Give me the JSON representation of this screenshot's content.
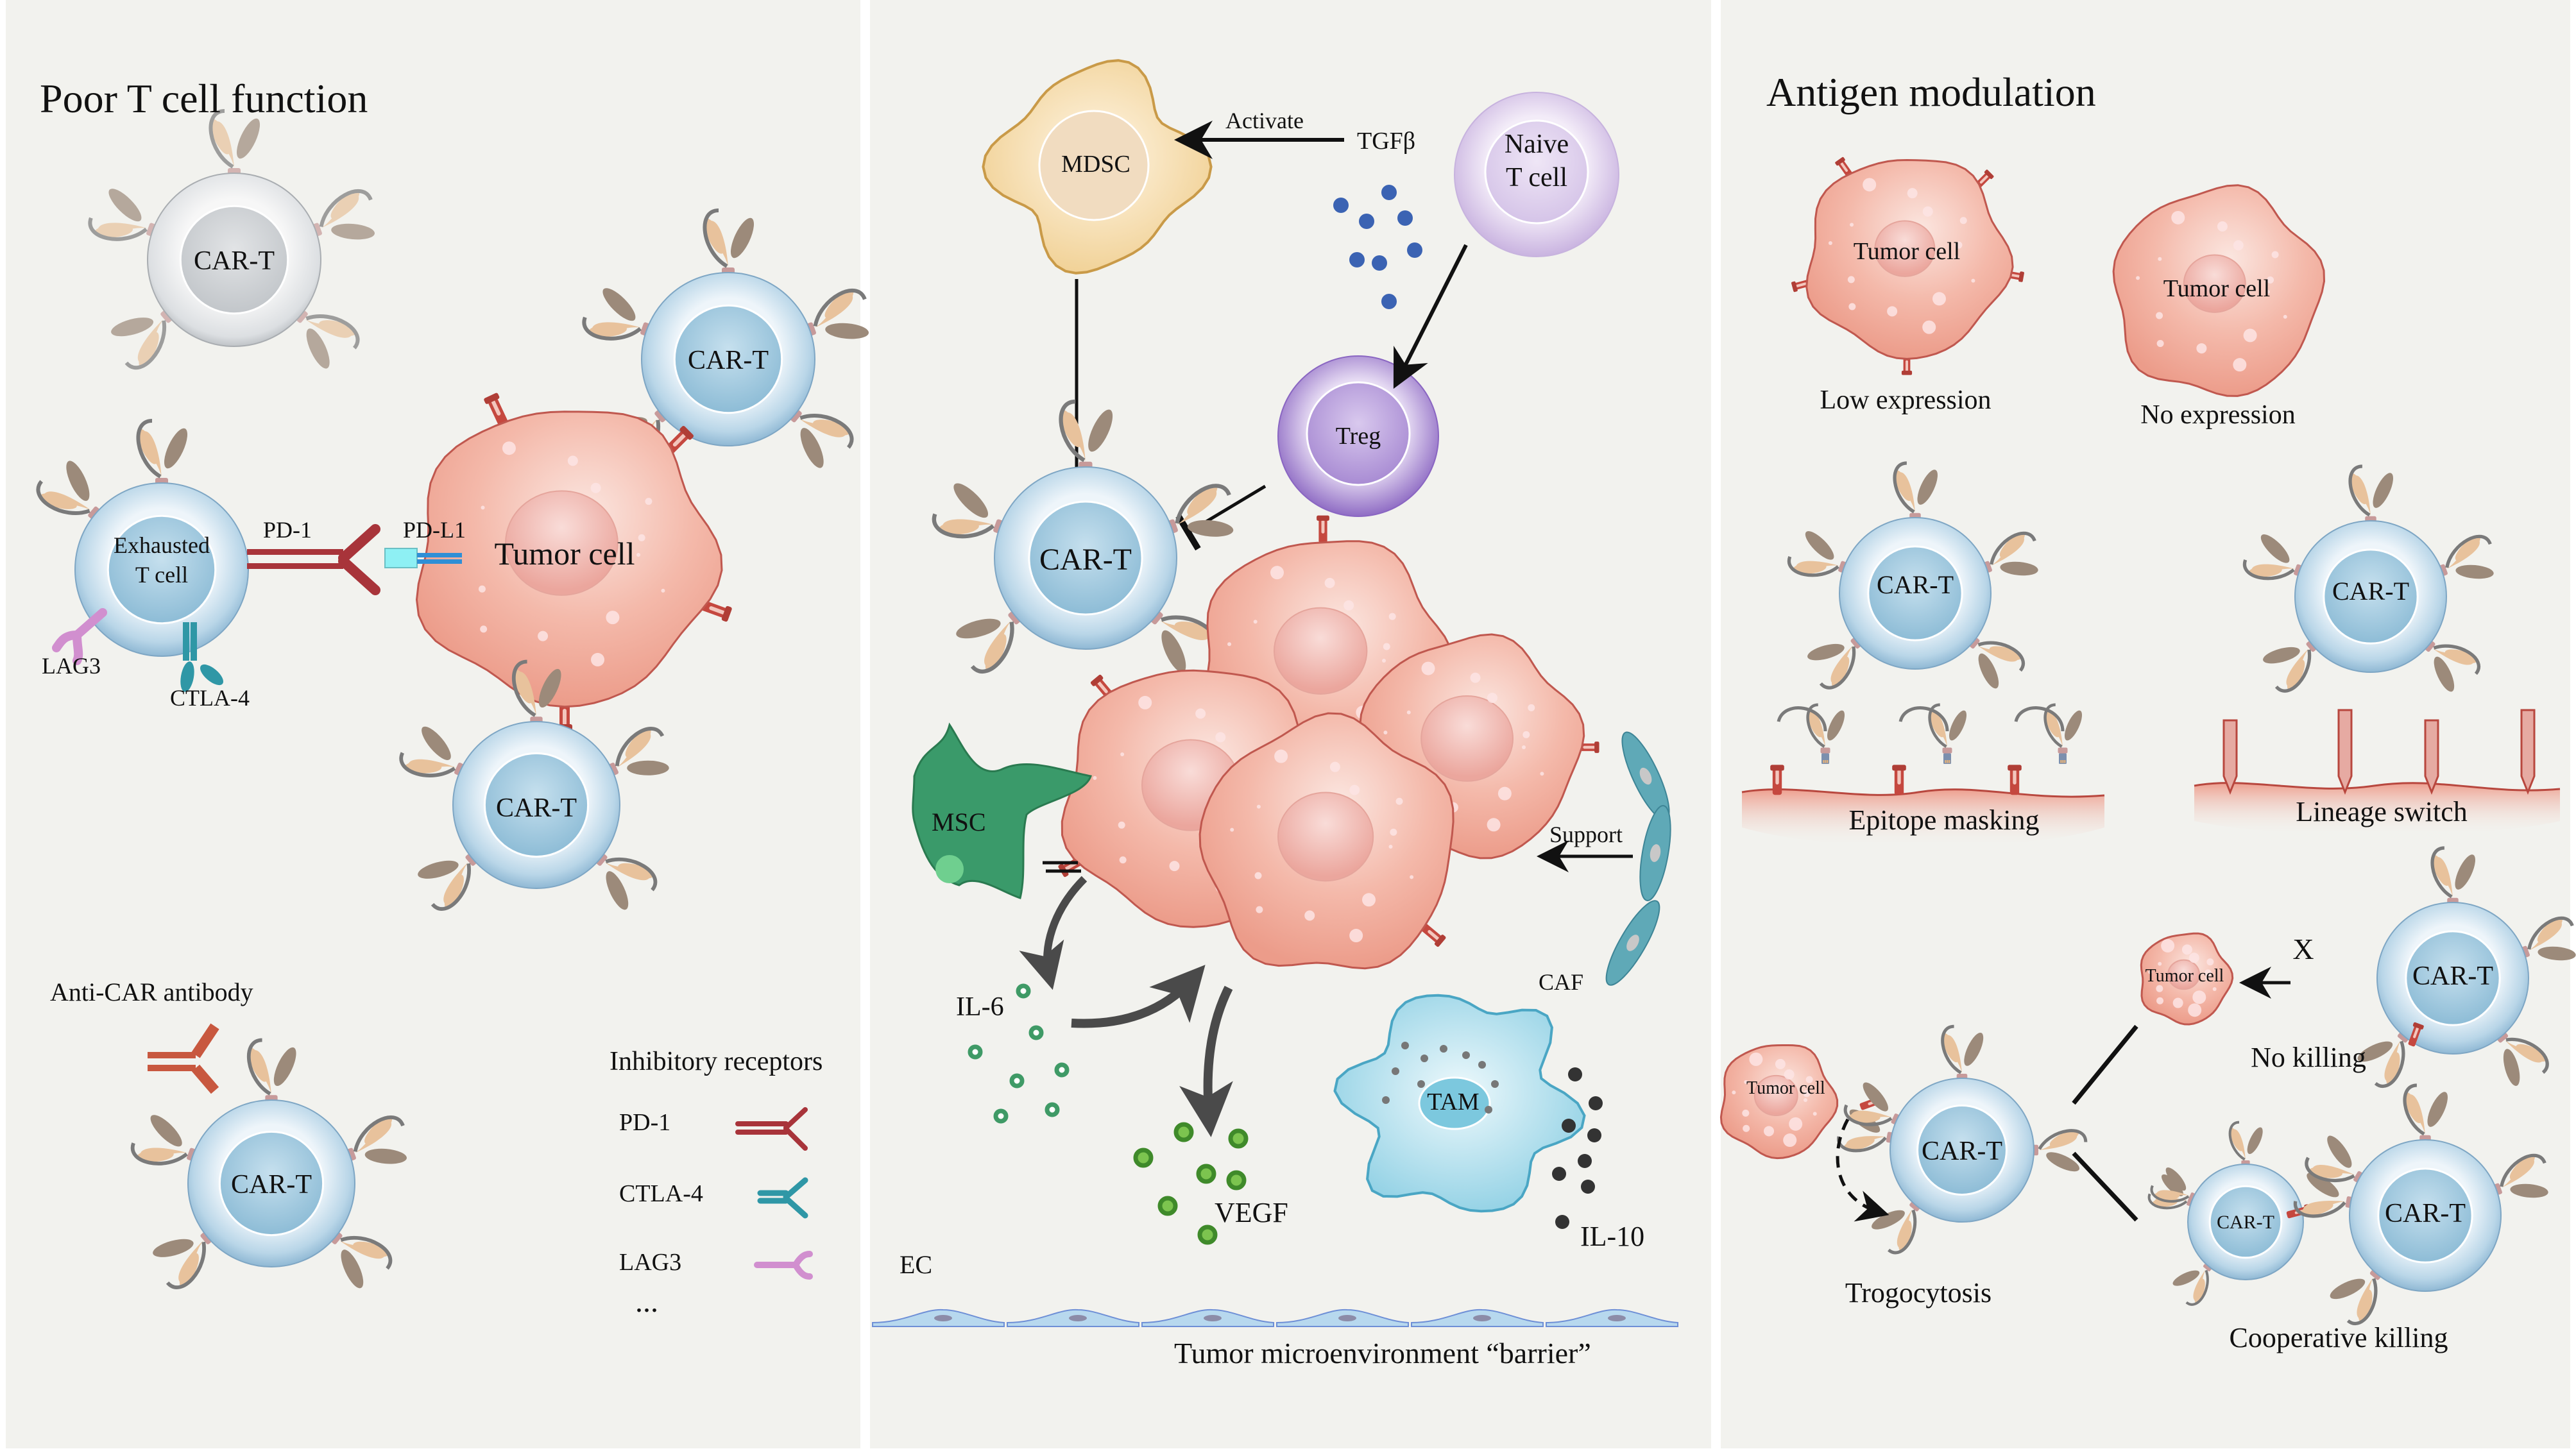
{
  "panels": {
    "left": {
      "title": "Poor T cell function",
      "car_t_label": "CAR-T",
      "exhausted_label_line1": "Exhausted",
      "exhausted_label_line2": "T cell",
      "tumor_cell_label": "Tumor cell",
      "pd1_label": "PD-1",
      "pdl1_label": "PD-L1",
      "lag3_label": "LAG3",
      "ctla4_label": "CTLA-4",
      "anti_car_label": "Anti-CAR antibody",
      "legend": {
        "title": "Inhibitory receptors",
        "items": [
          {
            "label": "PD-1",
            "color": "#a8343a"
          },
          {
            "label": "CTLA-4",
            "color": "#2f97a6"
          },
          {
            "label": "LAG3",
            "color": "#d18fcf"
          }
        ],
        "more": "..."
      }
    },
    "middle": {
      "mdsc_label": "MDSC",
      "activate_label": "Activate",
      "tgfb_label": "TGFβ",
      "naive_line1": "Naive",
      "naive_line2": "T cell",
      "treg_label": "Treg",
      "car_t_label": "CAR-T",
      "msc_label": "MSC",
      "il6_label": "IL-6",
      "vegf_label": "VEGF",
      "support_label": "Support",
      "caf_label": "CAF",
      "tam_label": "TAM",
      "il10_label": "IL-10",
      "ec_label": "EC",
      "footer": "Tumor microenvironment “barrier”"
    },
    "right": {
      "title": "Antigen modulation",
      "tumor_cell_label": "Tumor cell",
      "low_expression": "Low expression",
      "no_expression": "No expression",
      "car_t_label": "CAR-T",
      "epitope_masking": "Epitope masking",
      "lineage_switch": "Lineage switch",
      "x_mark": "X",
      "no_killing": "No killing",
      "trogocytosis": "Trogocytosis",
      "cooperative_killing": "Cooperative killing"
    }
  },
  "colors": {
    "panel_bg": "#f2f2ee",
    "cart_blue": "#a9cde2",
    "cart_gray": "#d3d6d9",
    "tumor": "#f0a898",
    "tumor_edge": "#c0584f",
    "mdsc": "#f2d7a0",
    "naive": "#dccbeb",
    "treg": "#a98bd0",
    "msc": "#3a9a6a",
    "tam": "#9fd6e6",
    "caf": "#5fa9b7",
    "tgfb_dots": "#3b63b3",
    "il6_dots": "#3f9a66",
    "vegf_dots": "#7cc44f",
    "il10_dots": "#333333"
  }
}
